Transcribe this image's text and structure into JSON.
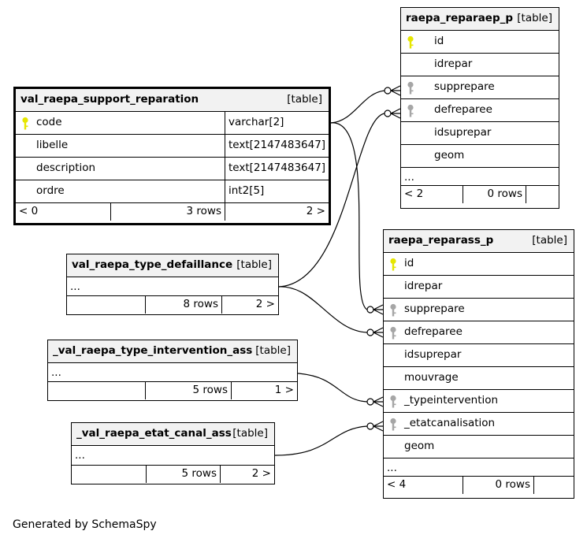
{
  "tables": {
    "support": {
      "name": "val_raepa_support_reparation",
      "tag": "[table]",
      "columns": [
        {
          "name": "code",
          "type": "varchar[2]",
          "key": "primary"
        },
        {
          "name": "libelle",
          "type": "text[2147483647]",
          "key": ""
        },
        {
          "name": "description",
          "type": "text[2147483647]",
          "key": ""
        },
        {
          "name": "ordre",
          "type": "int2[5]",
          "key": ""
        }
      ],
      "footer": {
        "left": "< 0",
        "rows": "3 rows",
        "right": "2 >"
      }
    },
    "reparaep": {
      "name": "raepa_reparaep_p",
      "tag": "[table]",
      "columns": [
        {
          "name": "id",
          "key": "primary"
        },
        {
          "name": "idrepar",
          "key": ""
        },
        {
          "name": "supprepare",
          "key": "foreign"
        },
        {
          "name": "defreparee",
          "key": "foreign"
        },
        {
          "name": "idsuprepar",
          "key": ""
        },
        {
          "name": "geom",
          "key": ""
        }
      ],
      "ellipsis": "...",
      "footer": {
        "left": "< 2",
        "rows": "0 rows",
        "right": ""
      }
    },
    "defaillance": {
      "name": "val_raepa_type_defaillance",
      "tag": "[table]",
      "ellipsis": "...",
      "footer": {
        "left": "",
        "rows": "8 rows",
        "right": "2 >"
      }
    },
    "reparass": {
      "name": "raepa_reparass_p",
      "tag": "[table]",
      "columns": [
        {
          "name": "id",
          "key": "primary"
        },
        {
          "name": "idrepar",
          "key": ""
        },
        {
          "name": "supprepare",
          "key": "foreign"
        },
        {
          "name": "defreparee",
          "key": "foreign"
        },
        {
          "name": "idsuprepar",
          "key": ""
        },
        {
          "name": "mouvrage",
          "key": ""
        },
        {
          "name": "_typeintervention",
          "key": "foreign"
        },
        {
          "name": "_etatcanalisation",
          "key": "foreign"
        },
        {
          "name": "geom",
          "key": ""
        }
      ],
      "ellipsis": "...",
      "footer": {
        "left": "< 4",
        "rows": "0 rows",
        "right": ""
      }
    },
    "intervention": {
      "name": "_val_raepa_type_intervention_ass",
      "tag": "[table]",
      "ellipsis": "...",
      "footer": {
        "left": "",
        "rows": "5 rows",
        "right": "1 >"
      }
    },
    "canal": {
      "name": "_val_raepa_etat_canal_ass",
      "tag": "[table]",
      "ellipsis": "...",
      "footer": {
        "left": "",
        "rows": "5 rows",
        "right": "2 >"
      }
    }
  },
  "colors": {
    "primary_key": "#e6e600",
    "foreign_key": "#a6a6a6",
    "header_bg": "#f2f2f2"
  },
  "credit": "Generated by SchemaSpy"
}
